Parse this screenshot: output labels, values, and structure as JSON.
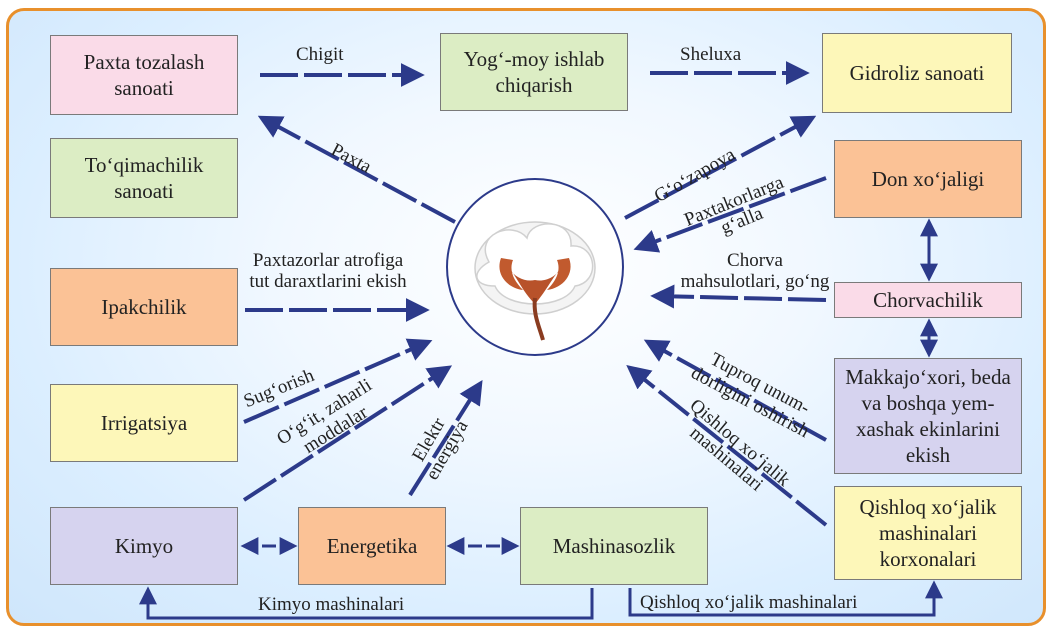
{
  "boxes": {
    "paxta_tozalash": "Paxta tozalash sanoati",
    "yogmoy": "Yog‘-moy ishlab chiqarish",
    "gidroliz": "Gidroliz sanoati",
    "toqimachilik": "To‘qimachilik sanoati",
    "don": "Don xo‘jaligi",
    "ipakchilik": "Ipakchilik",
    "chorvachilik": "Chorvachilik",
    "makkajoxori": "Makkajo‘xori, beda va boshqa yem-xashak ekinlarini ekish",
    "irrigatsiya": "Irrigatsiya",
    "qishloq_korxona": "Qishloq xo‘jalik mashinalari korxonalari",
    "kimyo": "Kimyo",
    "energetika": "Energetika",
    "mashinasozlik": "Mashinasozlik"
  },
  "labels": {
    "chigit": "Chigit",
    "sheluxa": "Sheluxa",
    "paxta": "Paxta",
    "gozapoya": "G‘o‘zapoya",
    "paxtakorlarga": "Paxtakorlarga g‘alla",
    "chorva_mahsulot": "Chorva mahsulotlari, go‘ng",
    "paxtazorlar": "Paxtazorlar atrofiga tut daraxtlarini ekish",
    "sugorish": "Sug‘orish",
    "ogit": "O‘g‘it, zaharli moddalar",
    "elektr": "Elektr energiya",
    "tuproq": "Tuproq unum- dorligini oshirish",
    "qishloq_mashina_diag": "Qishloq xo‘jalik mashinalari",
    "kimyo_mashinalari": "Kimyo mashinalari",
    "qishloq_mashinalari": "Qishloq xo‘jalik mashinalari"
  },
  "colors": {
    "arrow": "#2c3a8a",
    "frame": "#e8902c",
    "pink": "#fadbe8",
    "green": "#dcedc4",
    "yellow": "#fdf7b9",
    "orange": "#fbc296",
    "lavender": "#d6d3ef"
  },
  "icons": {
    "center": "cotton-boll-icon"
  }
}
